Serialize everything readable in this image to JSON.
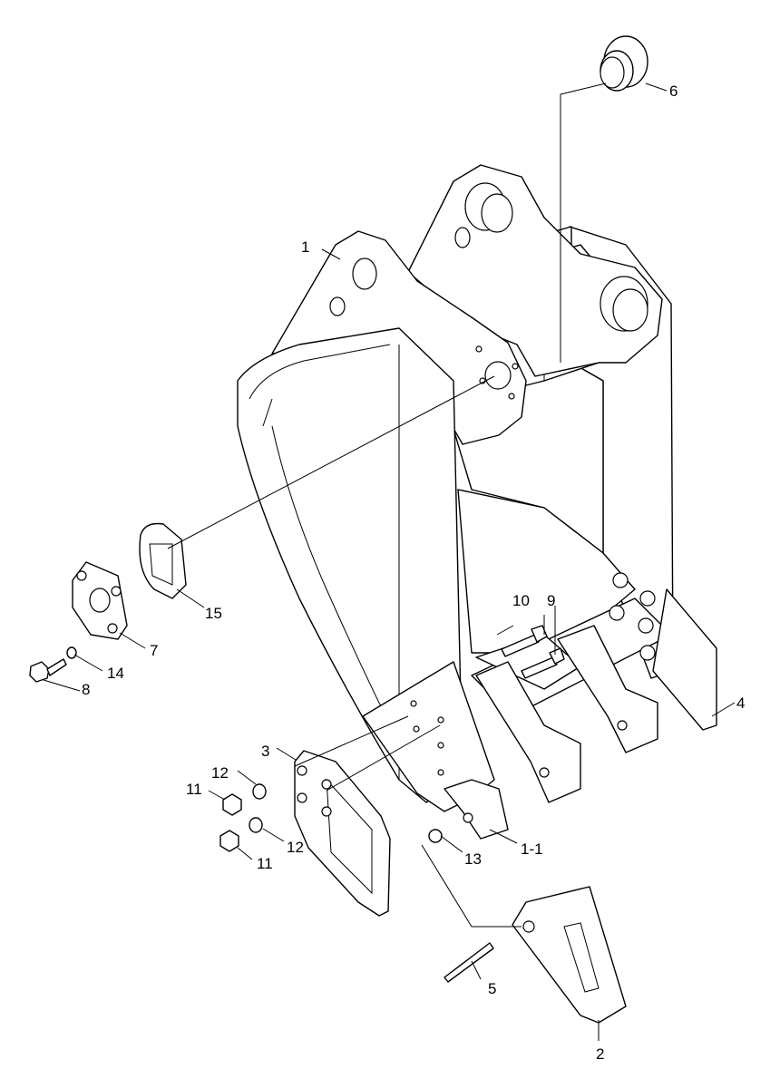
{
  "callouts": {
    "c1": "1",
    "c1_1": "1-1",
    "c2": "2",
    "c3": "3",
    "c4": "4",
    "c5": "5",
    "c6": "6",
    "c7": "7",
    "c8": "8",
    "c9": "9",
    "c10": "10",
    "c11a": "11",
    "c11b": "11",
    "c12a": "12",
    "c12b": "12",
    "c13": "13",
    "c14": "14",
    "c15": "15"
  }
}
